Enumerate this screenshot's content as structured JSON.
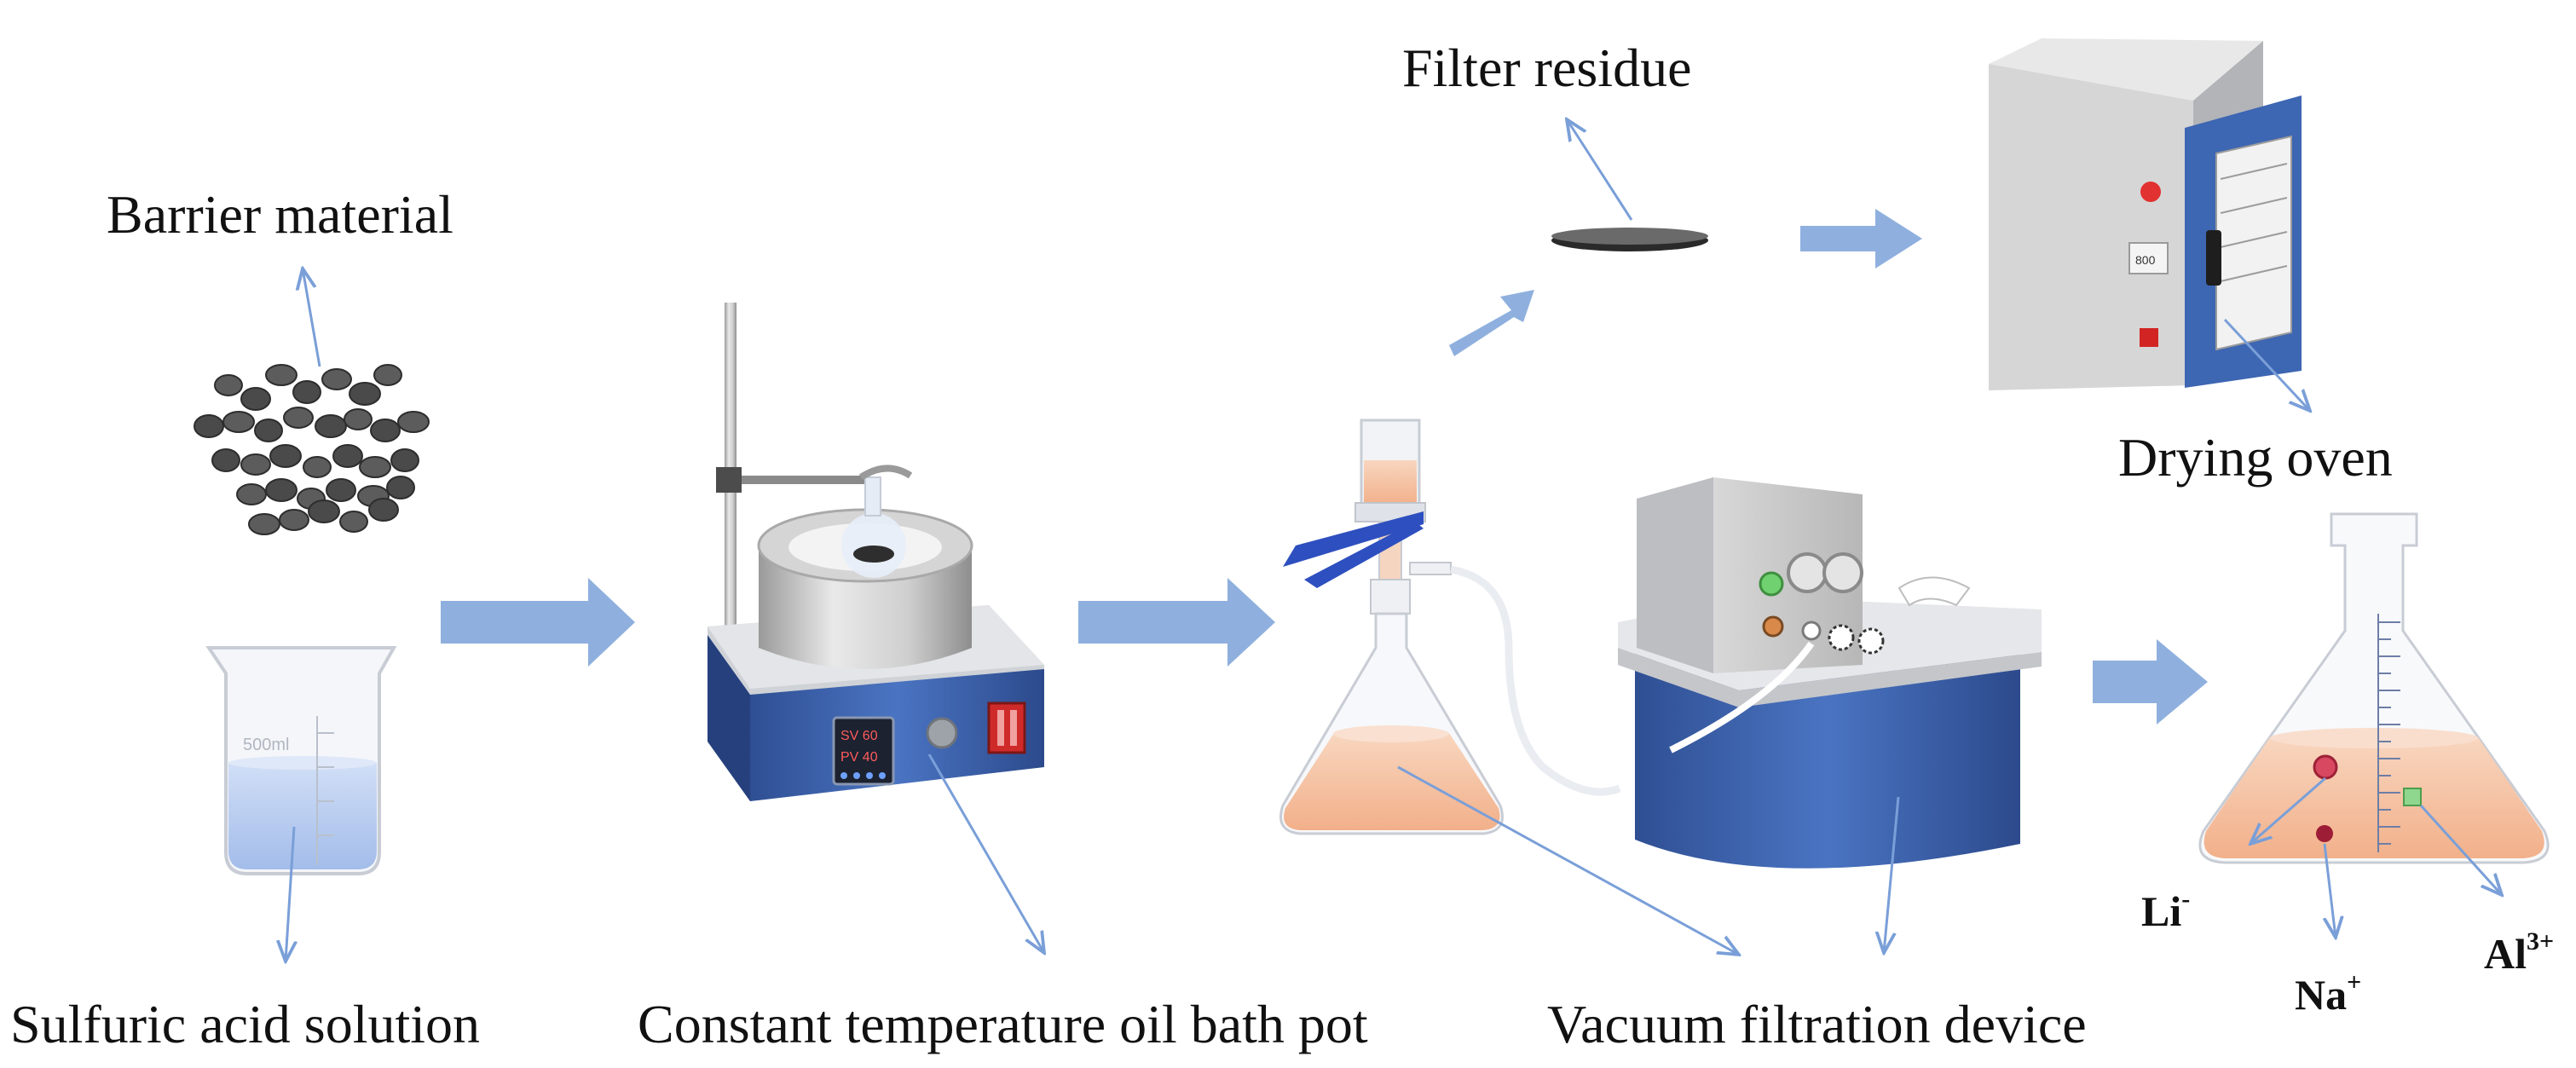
{
  "labels": {
    "barrier_material": "Barrier material",
    "sulfuric_acid_solution": "Sulfuric acid solution",
    "constant_temperature_oil_bath_pot": "Constant temperature oil bath pot",
    "vacuum_filtration_device": "Vacuum filtration device",
    "filter_residue": "Filter residue",
    "drying_oven": "Drying oven"
  },
  "ions": {
    "li": {
      "symbol": "Li",
      "charge": "-"
    },
    "na": {
      "symbol": "Na",
      "charge": "+"
    },
    "al": {
      "symbol": "Al",
      "charge": "3+"
    }
  },
  "device_text": {
    "beaker_volume": "500ml",
    "controller_sv": "SV 60",
    "controller_pv": "PV 40",
    "oven_display": "800"
  },
  "colors": {
    "process_arrow": "#8fb0de",
    "leader_line": "#7a9fd8",
    "device_blue": "#3a5fa8",
    "solution_blue": "#b3c8ef",
    "filtrate_orange": "#f4c4a4"
  }
}
